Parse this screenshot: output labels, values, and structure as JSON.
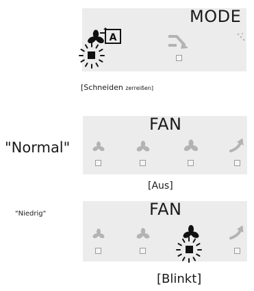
{
  "mode_panel": {
    "title": "MODE",
    "auto_icon_letter": "A",
    "caption": "[Schneiden",
    "caption_small": "zerreißen]"
  },
  "fan_panel_normal": {
    "title": "FAN",
    "side_label": "\"Normal\"",
    "caption": "[Aus]"
  },
  "fan_panel_low": {
    "title": "FAN",
    "side_label": "\"Niedrig\"",
    "caption": "[Blinkt]"
  },
  "colors": {
    "panel_bg": "#ececec",
    "icon_gray": "#b3b3b3",
    "icon_dark": "#111111",
    "indicator_border": "#9a9a9a"
  },
  "icons": [
    "fan-speed-icon",
    "auto-mode-icon",
    "swing-icon",
    "airflow-icon"
  ]
}
